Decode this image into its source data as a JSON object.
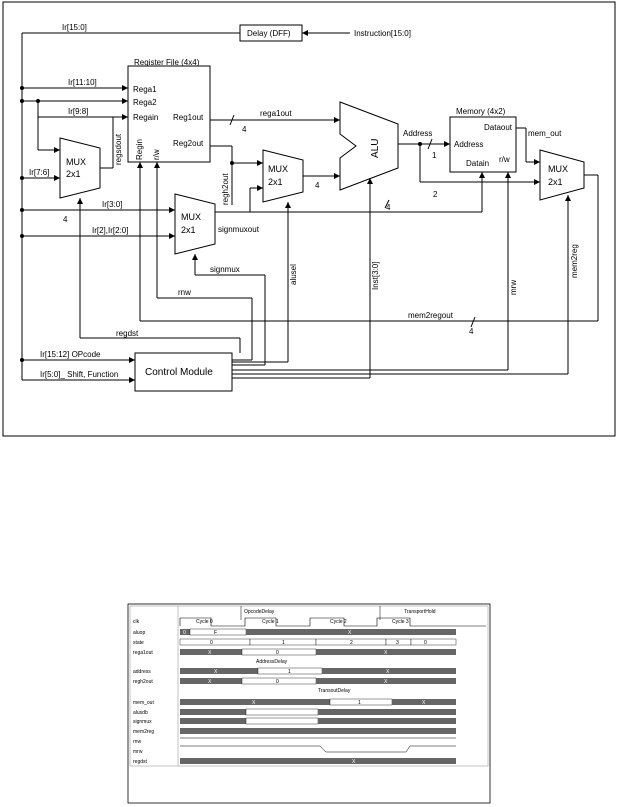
{
  "diagram": {
    "delay_label": "Delay (DFF)",
    "instruction_label": "Instruction[15:0]",
    "ir_15_0": "Ir[15:0]",
    "ir_11_10": "Ir[11:10]",
    "ir_9_8": "Ir[9:8]",
    "ir_7_6": "Ir[7:6]",
    "ir_3_0": "Ir[3:0]",
    "ir_2_fill": "Ir[2],Ir[2:0]",
    "ir_15_12": "Ir[15:12] OPcode",
    "ir_5_0": "Ir[5:0]_ Shift, Function",
    "regfile_label": "Register File (4x4)",
    "rega1": "Rega1",
    "rega2": "Rega2",
    "regain": "Regain",
    "reg1out": "Reg1out",
    "reg2out": "Reg2out",
    "regin": "Regin",
    "rw": "r/w",
    "regsdout": "regsdout",
    "mux1": "MUX",
    "mux1b": "2x1",
    "mux2": "MUX",
    "mux2b": "2x1",
    "mux3": "MUX",
    "mux3b": "2x1",
    "mux4": "MUX",
    "mux4b": "2x1",
    "rega1out": "rega1out",
    "reg2out_v": "regh2out",
    "alu": "ALU",
    "bus4a": "4",
    "bus4b": "4",
    "bus4c": "4",
    "bus4d": "4",
    "bus4e": "4",
    "bus1": "1",
    "address": "Address",
    "memory_label": "Memory (4x2)",
    "dataout": "Dataout",
    "address_in": "Address",
    "datain": "Datain",
    "mem_rw": "r/w",
    "mem_out": "mem_out",
    "signmuxout": "signmuxout",
    "signmux": "signmux",
    "alusel": "alusel",
    "inst": "Inst[3:0]",
    "rnw": "rnw",
    "mrw": "mrw",
    "mem2reg": "mem2reg",
    "mem2regout": "mem2regout",
    "regdst": "regdst",
    "control_module": "Control Module",
    "bus2": "2"
  },
  "timing": {
    "opcode_delay": "OpcodeDelay",
    "transport_hold": "TransportHold",
    "address_delay": "AddressDelay",
    "transout_delay": "TransoutDelay",
    "cycles": [
      "Cycle 0",
      "Cycle 1",
      "Cycle 2",
      "Cycle 3"
    ],
    "signals": [
      "clk",
      "aluop",
      "state",
      "rega1out",
      "address",
      "regh2out",
      "mem_out",
      "alusdb",
      "signmux",
      "mem2reg",
      "rnw",
      "mrw",
      "regdst"
    ],
    "aluop_vals": [
      "0",
      "F",
      "X"
    ],
    "state_vals": [
      "0",
      "1",
      "2",
      "3",
      "0"
    ],
    "rega1out_vals": [
      "X",
      "0",
      "X"
    ],
    "address_vals": [
      "X",
      "1",
      "X"
    ],
    "regh2out_vals": [
      "X",
      "0",
      "X"
    ],
    "mem_out_vals": [
      "X",
      "1",
      "X"
    ],
    "x_mark": "X"
  }
}
